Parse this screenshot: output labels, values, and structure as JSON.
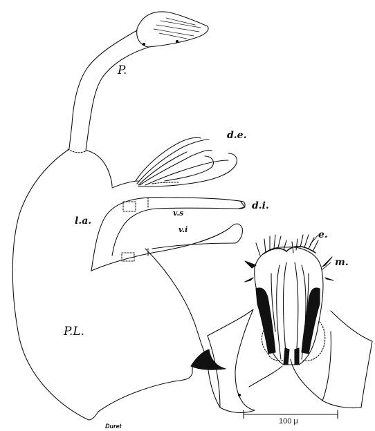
{
  "labels": {
    "p": "P.",
    "pl": "P.L.",
    "la": "l.a.",
    "de": "d.e.",
    "di": "d.i.",
    "vs": "v.s",
    "vi": "v.i",
    "e": "e.",
    "m": "m.",
    "scale": "100 μ",
    "signature": "Duret"
  },
  "colors": {
    "ink": "#111111",
    "paper": "#ffffff"
  }
}
